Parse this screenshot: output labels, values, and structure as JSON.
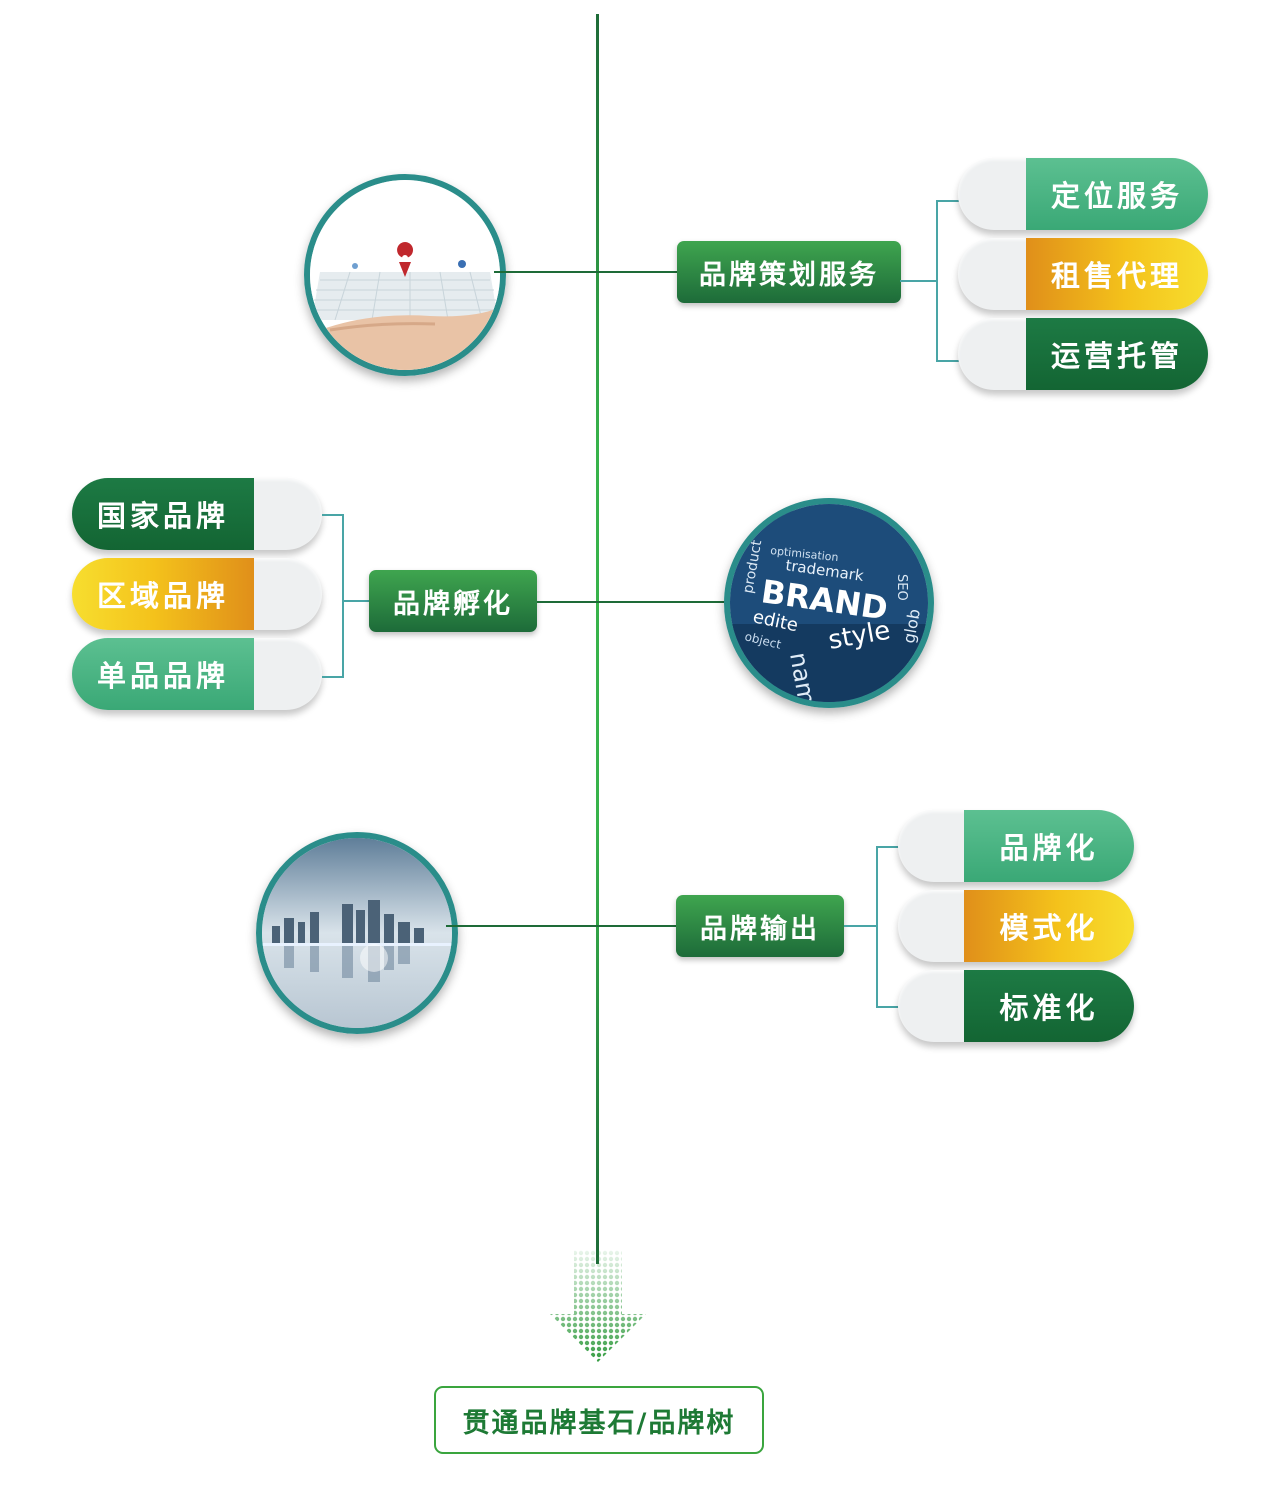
{
  "sections": [
    {
      "label": "品牌策划服务",
      "items": [
        "定位服务",
        "租售代理",
        "运营托管"
      ]
    },
    {
      "label": "品牌孵化",
      "items": [
        "国家品牌",
        "区域品牌",
        "单品品牌"
      ]
    },
    {
      "label": "品牌输出",
      "items": [
        "品牌化",
        "模式化",
        "标准化"
      ]
    }
  ],
  "brand_words": {
    "w1": "optimisation",
    "w2": "trademark",
    "w3": "BRAND",
    "w4": "SEO",
    "w5": "product",
    "w6": "edite",
    "w7": "object",
    "w8": "name",
    "w9": "style",
    "w10": "glob"
  },
  "base_label": "贯通品牌基石/品牌树",
  "colors": {
    "dark_green": "#136533",
    "light_green": "#3aa876",
    "yellow": "#f4c21b",
    "orange": "#e08f1a",
    "ring_teal": "#2a8d8a"
  }
}
